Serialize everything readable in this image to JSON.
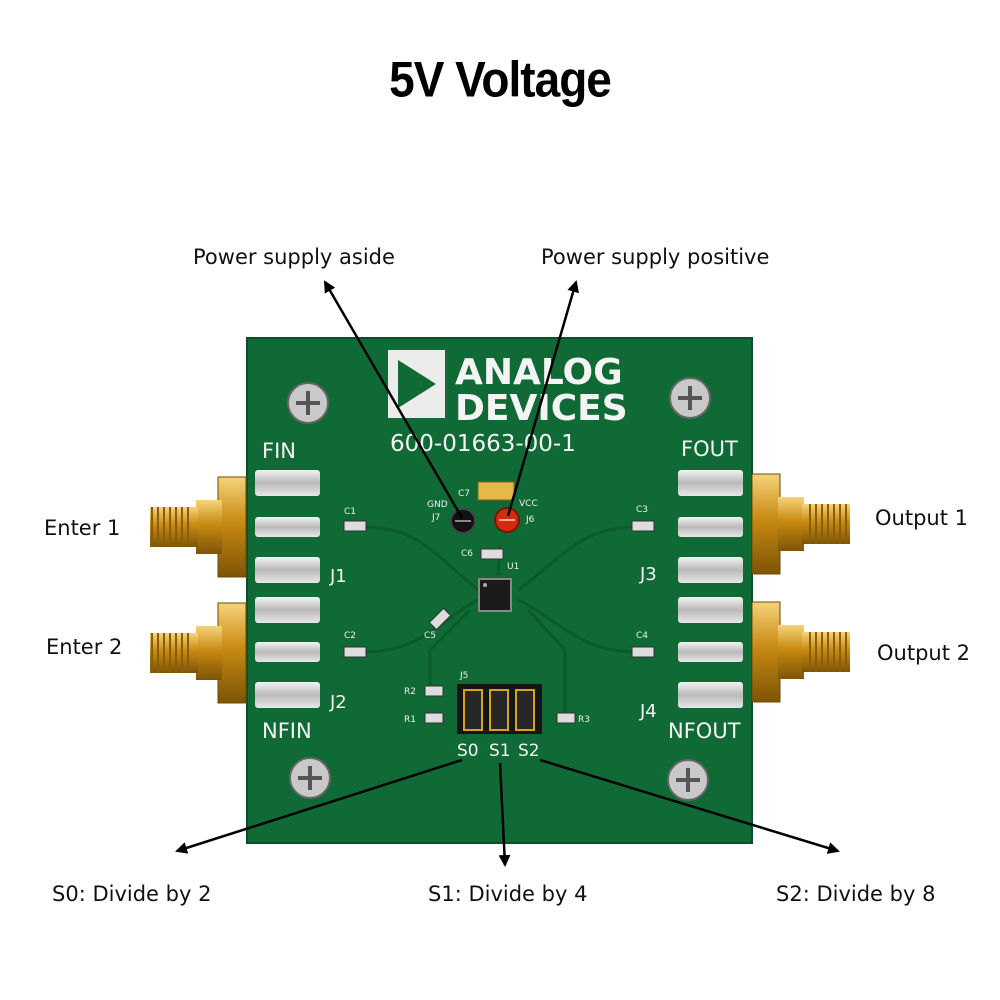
{
  "title": "5V Voltage",
  "callouts": {
    "power_negative": "Power supply aside",
    "power_positive": "Power supply positive",
    "enter1": "Enter 1",
    "enter2": "Enter 2",
    "output1": "Output 1",
    "output2": "Output 2",
    "s0": "S0: Divide by 2",
    "s1": "S1: Divide by 4",
    "s2": "S2: Divide by 8"
  },
  "board": {
    "logo_line1": "ANALOG",
    "logo_line2": "DEVICES",
    "part_number": "600-01663-00-1",
    "labels": {
      "fin": "FIN",
      "fout": "FOUT",
      "nfin": "NFIN",
      "nfout": "NFOUT",
      "j1": "J1",
      "j2": "J2",
      "j3": "J3",
      "j4": "J4",
      "gnd": "GND",
      "vcc": "VCC",
      "j7": "J7",
      "j6": "J6",
      "j5": "J5",
      "u1": "U1",
      "c1": "C1",
      "c2": "C2",
      "c3": "C3",
      "c4": "C4",
      "c5": "C5",
      "c6": "C6",
      "c7": "C7",
      "r1": "R1",
      "r2": "R2",
      "r3": "R3",
      "s0": "S0",
      "s1": "S1",
      "s2": "S2"
    }
  },
  "colors": {
    "pcb": "#0f6a35",
    "trace": "#0b5a2b",
    "gold": "#d8a21c",
    "arrow": "#000000"
  }
}
